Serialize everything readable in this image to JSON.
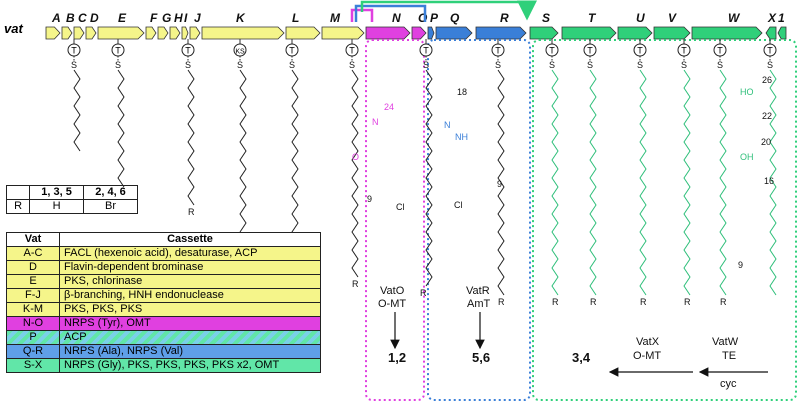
{
  "operon_label": "vat",
  "genes": [
    {
      "label": "A",
      "color": "#f5f58a"
    },
    {
      "label": "B",
      "color": "#f5f58a"
    },
    {
      "label": "C",
      "color": "#f5f58a"
    },
    {
      "label": "D",
      "color": "#f5f58a"
    },
    {
      "label": "E",
      "color": "#f5f58a"
    },
    {
      "label": "F",
      "color": "#f5f58a"
    },
    {
      "label": "G",
      "color": "#f5f58a"
    },
    {
      "label": "H",
      "color": "#f5f58a"
    },
    {
      "label": "I",
      "color": "#f5f58a"
    },
    {
      "label": "J",
      "color": "#f5f58a"
    },
    {
      "label": "K",
      "color": "#f5f58a"
    },
    {
      "label": "L",
      "color": "#f5f58a"
    },
    {
      "label": "M",
      "color": "#f5f58a"
    },
    {
      "label": "N",
      "color": "#e040e0"
    },
    {
      "label": "O",
      "color": "#e040e0"
    },
    {
      "label": "P",
      "color": "#3a7fd8"
    },
    {
      "label": "Q",
      "color": "#3a7fd8"
    },
    {
      "label": "R",
      "color": "#3a7fd8"
    },
    {
      "label": "S",
      "color": "#2fd07a"
    },
    {
      "label": "T",
      "color": "#2fd07a"
    },
    {
      "label": "U",
      "color": "#2fd07a"
    },
    {
      "label": "V",
      "color": "#2fd07a"
    },
    {
      "label": "W",
      "color": "#2fd07a"
    },
    {
      "label": "X",
      "color": "#2fd07a"
    },
    {
      "label": "1",
      "color": "#2fd07a"
    }
  ],
  "carrier_labels": [
    "T",
    "T",
    "T",
    "KS",
    "T",
    "T",
    "T",
    "T",
    "T",
    "T",
    "T",
    "T",
    "T",
    "T"
  ],
  "colors": {
    "yellow": "#f5f58a",
    "magenta": "#e040e0",
    "blue": "#3a7fd8",
    "green": "#2fd07a",
    "teal_text": "#2fbf7a"
  },
  "molecule_labels": {
    "c24": "24",
    "c18": "18",
    "c9a": "9",
    "c9b": "9",
    "c9c": "9",
    "c26": "26",
    "c22": "22",
    "c20": "20",
    "c16": "16",
    "o": "O",
    "n": "N",
    "nh": "NH",
    "cl": "Cl",
    "r": "R",
    "s": "S",
    "ho": "HO",
    "oh": "OH"
  },
  "steps": [
    {
      "enzymes": [
        "VatO",
        "O-MT"
      ],
      "product": "1,2"
    },
    {
      "enzymes": [
        "VatR",
        "AmT"
      ],
      "product": "5,6"
    },
    {
      "enzymes": [
        "VatX",
        "O-MT"
      ],
      "product": "3,4"
    },
    {
      "enzymes": [
        "VatW",
        "TE"
      ],
      "extra": "cyc"
    }
  ],
  "substituent_table": {
    "header": [
      "",
      "1, 3, 5",
      "2, 4, 6"
    ],
    "rows": [
      [
        "R",
        "H",
        "Br"
      ]
    ]
  },
  "cassette_table": {
    "header": [
      "Vat",
      "Cassette"
    ],
    "rows": [
      {
        "vat": "A-C",
        "cassette": "FACL (hexenoic acid), desaturase, ACP",
        "color": "#f5f58a"
      },
      {
        "vat": "D",
        "cassette": "Flavin-dependent brominase",
        "color": "#f5f58a"
      },
      {
        "vat": "E",
        "cassette": "PKS, chlorinase",
        "color": "#f5f58a"
      },
      {
        "vat": "F-J",
        "cassette": "β-branching, HNH endonuclease",
        "color": "#f5f58a"
      },
      {
        "vat": "K-M",
        "cassette": "PKS, PKS, PKS",
        "color": "#f5f58a"
      },
      {
        "vat": "N-O",
        "cassette": "NRPS (Tyr), OMT",
        "color": "#e040e0"
      },
      {
        "vat": "P",
        "cassette": "ACP",
        "color": "hatch"
      },
      {
        "vat": "Q-R",
        "cassette": "NRPS (Ala), NRPS (Val)",
        "color": "#5f9fe8"
      },
      {
        "vat": "S-X",
        "cassette": "NRPS (Gly), PKS, PKS, PKS, PKS x2, OMT",
        "color": "#61e6a8"
      }
    ]
  }
}
